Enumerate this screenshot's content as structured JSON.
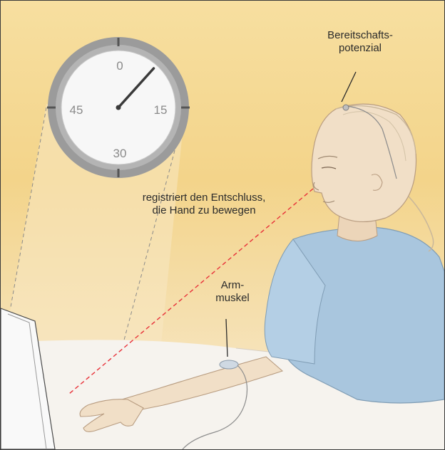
{
  "labels": {
    "potential_line1": "Bereitschafts-",
    "potential_line2": "potenzial",
    "decision_line1": "registriert den Entschluss,",
    "decision_line2": "die Hand zu bewegen",
    "muscle_line1": "Arm-",
    "muscle_line2": "muskel"
  },
  "clock": {
    "n0": "0",
    "n15": "15",
    "n30": "30",
    "n45": "45",
    "hand_value": 7
  },
  "colors": {
    "dashed_red": "#e8323a",
    "dashed_gray": "#8a8a8a",
    "shirt": "#a9c6de",
    "skin": "#f1dfc7"
  }
}
